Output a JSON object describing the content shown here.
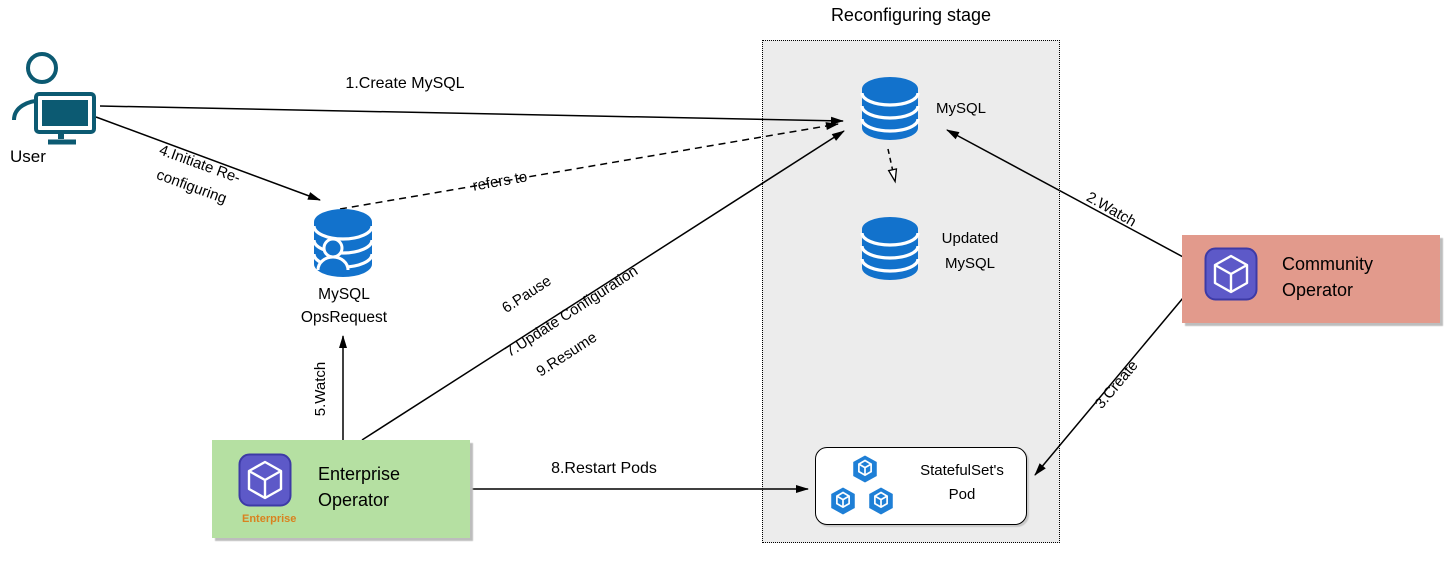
{
  "title": "Reconfiguring stage",
  "nodes": {
    "user": {
      "label": "User"
    },
    "mysql": {
      "label": "MySQL"
    },
    "updated_mysql": {
      "line1": "Updated",
      "line2": "MySQL"
    },
    "ops_request": {
      "line1": "MySQL",
      "line2": "OpsRequest"
    },
    "statefulset_pod": {
      "line1": "StatefulSet's",
      "line2": "Pod"
    },
    "enterprise_operator": {
      "line1": "Enterprise",
      "line2": "Operator",
      "badge": "Enterprise"
    },
    "community_operator": {
      "line1": "Community",
      "line2": "Operator"
    }
  },
  "edges": {
    "create_mysql": "1.Create MySQL",
    "watch_mysql": "2.Watch",
    "create_pods": "3.Create",
    "initiate_line1": "4.Initiate Re-",
    "initiate_line2": "configuring",
    "watch_opsrequest": "5.Watch",
    "pause": "6.Pause",
    "update_configuration": "7.Update Configuration",
    "restart_pods": "8.Restart Pods",
    "resume": "9.Resume",
    "refers_to": "refers to"
  },
  "colors": {
    "mysql_blue": "#1272cc",
    "pod_blue": "#1e7fd6",
    "operator_purple": "#5d59c8",
    "enterprise_green": "#b5e0a2",
    "community_salmon": "#e29a8c",
    "user_teal": "#0c5a72",
    "stage_background": "#ececec",
    "enterprise_badge_orange": "#d9821f"
  }
}
